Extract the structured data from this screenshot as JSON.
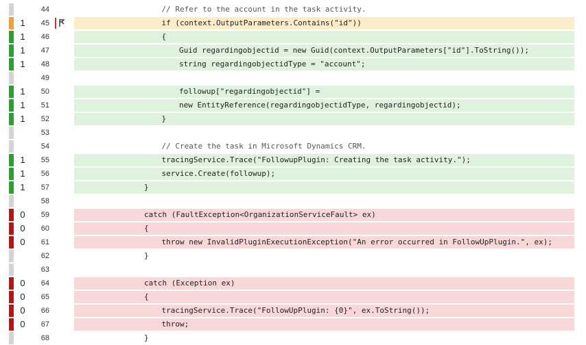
{
  "colors": {
    "covered_bar": "#27a327",
    "uncovered_bar": "#b81414",
    "partial_bar": "#f2a12e",
    "none_bar": "#d4d4d4",
    "covered_bg": "#dff2dd",
    "uncovered_bg": "#f7d7d7",
    "partial_bg": "#fcedca"
  },
  "lines": [
    {
      "no": "44",
      "hits": "",
      "status": "none",
      "indent": 5,
      "text": "// Refer to the account in the task activity.",
      "comment": true
    },
    {
      "no": "45",
      "hits": "1",
      "status": "partial",
      "indent": 5,
      "text": "if (context.OutputParameters.Contains(\"id\"))",
      "branch_icon": "branch-icon"
    },
    {
      "no": "46",
      "hits": "1",
      "status": "covered",
      "indent": 5,
      "text": "{"
    },
    {
      "no": "47",
      "hits": "1",
      "status": "covered",
      "indent": 6,
      "text": "Guid regardingobjectid = new Guid(context.OutputParameters[\"id\"].ToString());"
    },
    {
      "no": "48",
      "hits": "1",
      "status": "covered",
      "indent": 6,
      "text": "string regardingobjectidType = \"account\";"
    },
    {
      "no": "49",
      "hits": "",
      "status": "none",
      "indent": 0,
      "text": ""
    },
    {
      "no": "50",
      "hits": "1",
      "status": "covered",
      "indent": 6,
      "text": "followup[\"regardingobjectid\"] ="
    },
    {
      "no": "51",
      "hits": "1",
      "status": "covered",
      "indent": 6,
      "text": "new EntityReference(regardingobjectidType, regardingobjectid);"
    },
    {
      "no": "52",
      "hits": "1",
      "status": "covered",
      "indent": 5,
      "text": "}"
    },
    {
      "no": "53",
      "hits": "",
      "status": "none",
      "indent": 0,
      "text": ""
    },
    {
      "no": "54",
      "hits": "",
      "status": "none",
      "indent": 5,
      "text": "// Create the task in Microsoft Dynamics CRM.",
      "comment": true
    },
    {
      "no": "55",
      "hits": "1",
      "status": "covered",
      "indent": 5,
      "text": "tracingService.Trace(\"FollowupPlugin: Creating the task activity.\");"
    },
    {
      "no": "56",
      "hits": "1",
      "status": "covered",
      "indent": 5,
      "text": "service.Create(followup);"
    },
    {
      "no": "57",
      "hits": "1",
      "status": "covered",
      "indent": 4,
      "text": "}"
    },
    {
      "no": "58",
      "hits": "",
      "status": "none",
      "indent": 0,
      "text": ""
    },
    {
      "no": "59",
      "hits": "0",
      "status": "uncovered",
      "indent": 4,
      "text": "catch (FaultException<OrganizationServiceFault> ex)"
    },
    {
      "no": "60",
      "hits": "0",
      "status": "uncovered",
      "indent": 4,
      "text": "{"
    },
    {
      "no": "61",
      "hits": "0",
      "status": "uncovered",
      "indent": 5,
      "text": "throw new InvalidPluginExecutionException(\"An error occurred in FollowUpPlugin.\", ex);"
    },
    {
      "no": "62",
      "hits": "",
      "status": "none",
      "indent": 4,
      "text": "}"
    },
    {
      "no": "63",
      "hits": "",
      "status": "none",
      "indent": 0,
      "text": ""
    },
    {
      "no": "64",
      "hits": "0",
      "status": "uncovered",
      "indent": 4,
      "text": "catch (Exception ex)"
    },
    {
      "no": "65",
      "hits": "0",
      "status": "uncovered",
      "indent": 4,
      "text": "{"
    },
    {
      "no": "66",
      "hits": "0",
      "status": "uncovered",
      "indent": 5,
      "text": "tracingService.Trace(\"FollowUpPlugin: {0}\", ex.ToString());"
    },
    {
      "no": "67",
      "hits": "0",
      "status": "uncovered",
      "indent": 5,
      "text": "throw;"
    },
    {
      "no": "68",
      "hits": "",
      "status": "none",
      "indent": 4,
      "text": "}"
    }
  ]
}
